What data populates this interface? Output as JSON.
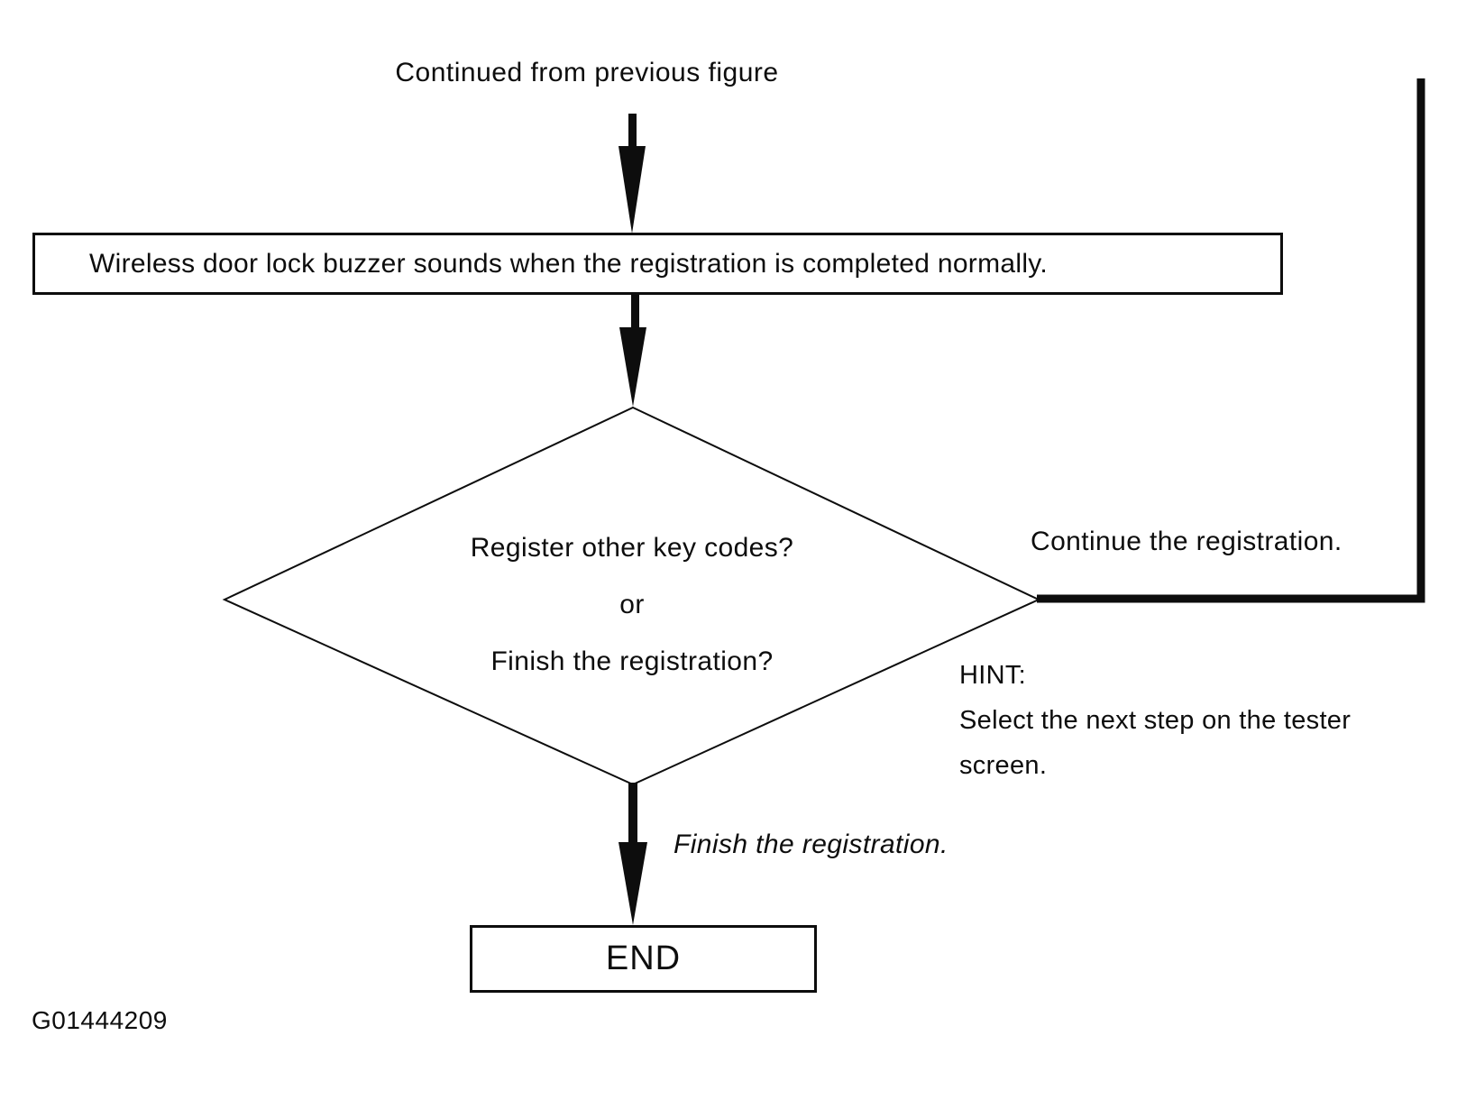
{
  "colors": {
    "ink": "#0d0d0d",
    "background": "#ffffff"
  },
  "flowchart": {
    "continued_label": "Continued from previous figure",
    "process_text": "Wireless door lock buzzer sounds when the registration is completed normally.",
    "decision_lines": [
      "Register other key codes?",
      "or",
      "Finish the registration?"
    ],
    "loop_label": "Continue the registration.",
    "hint_title": "HINT:",
    "hint_lines": [
      "Select the next step on the tester",
      "screen."
    ],
    "down_branch_label": "Finish the registration.",
    "end_label": "END",
    "figure_code": "G01444209"
  }
}
